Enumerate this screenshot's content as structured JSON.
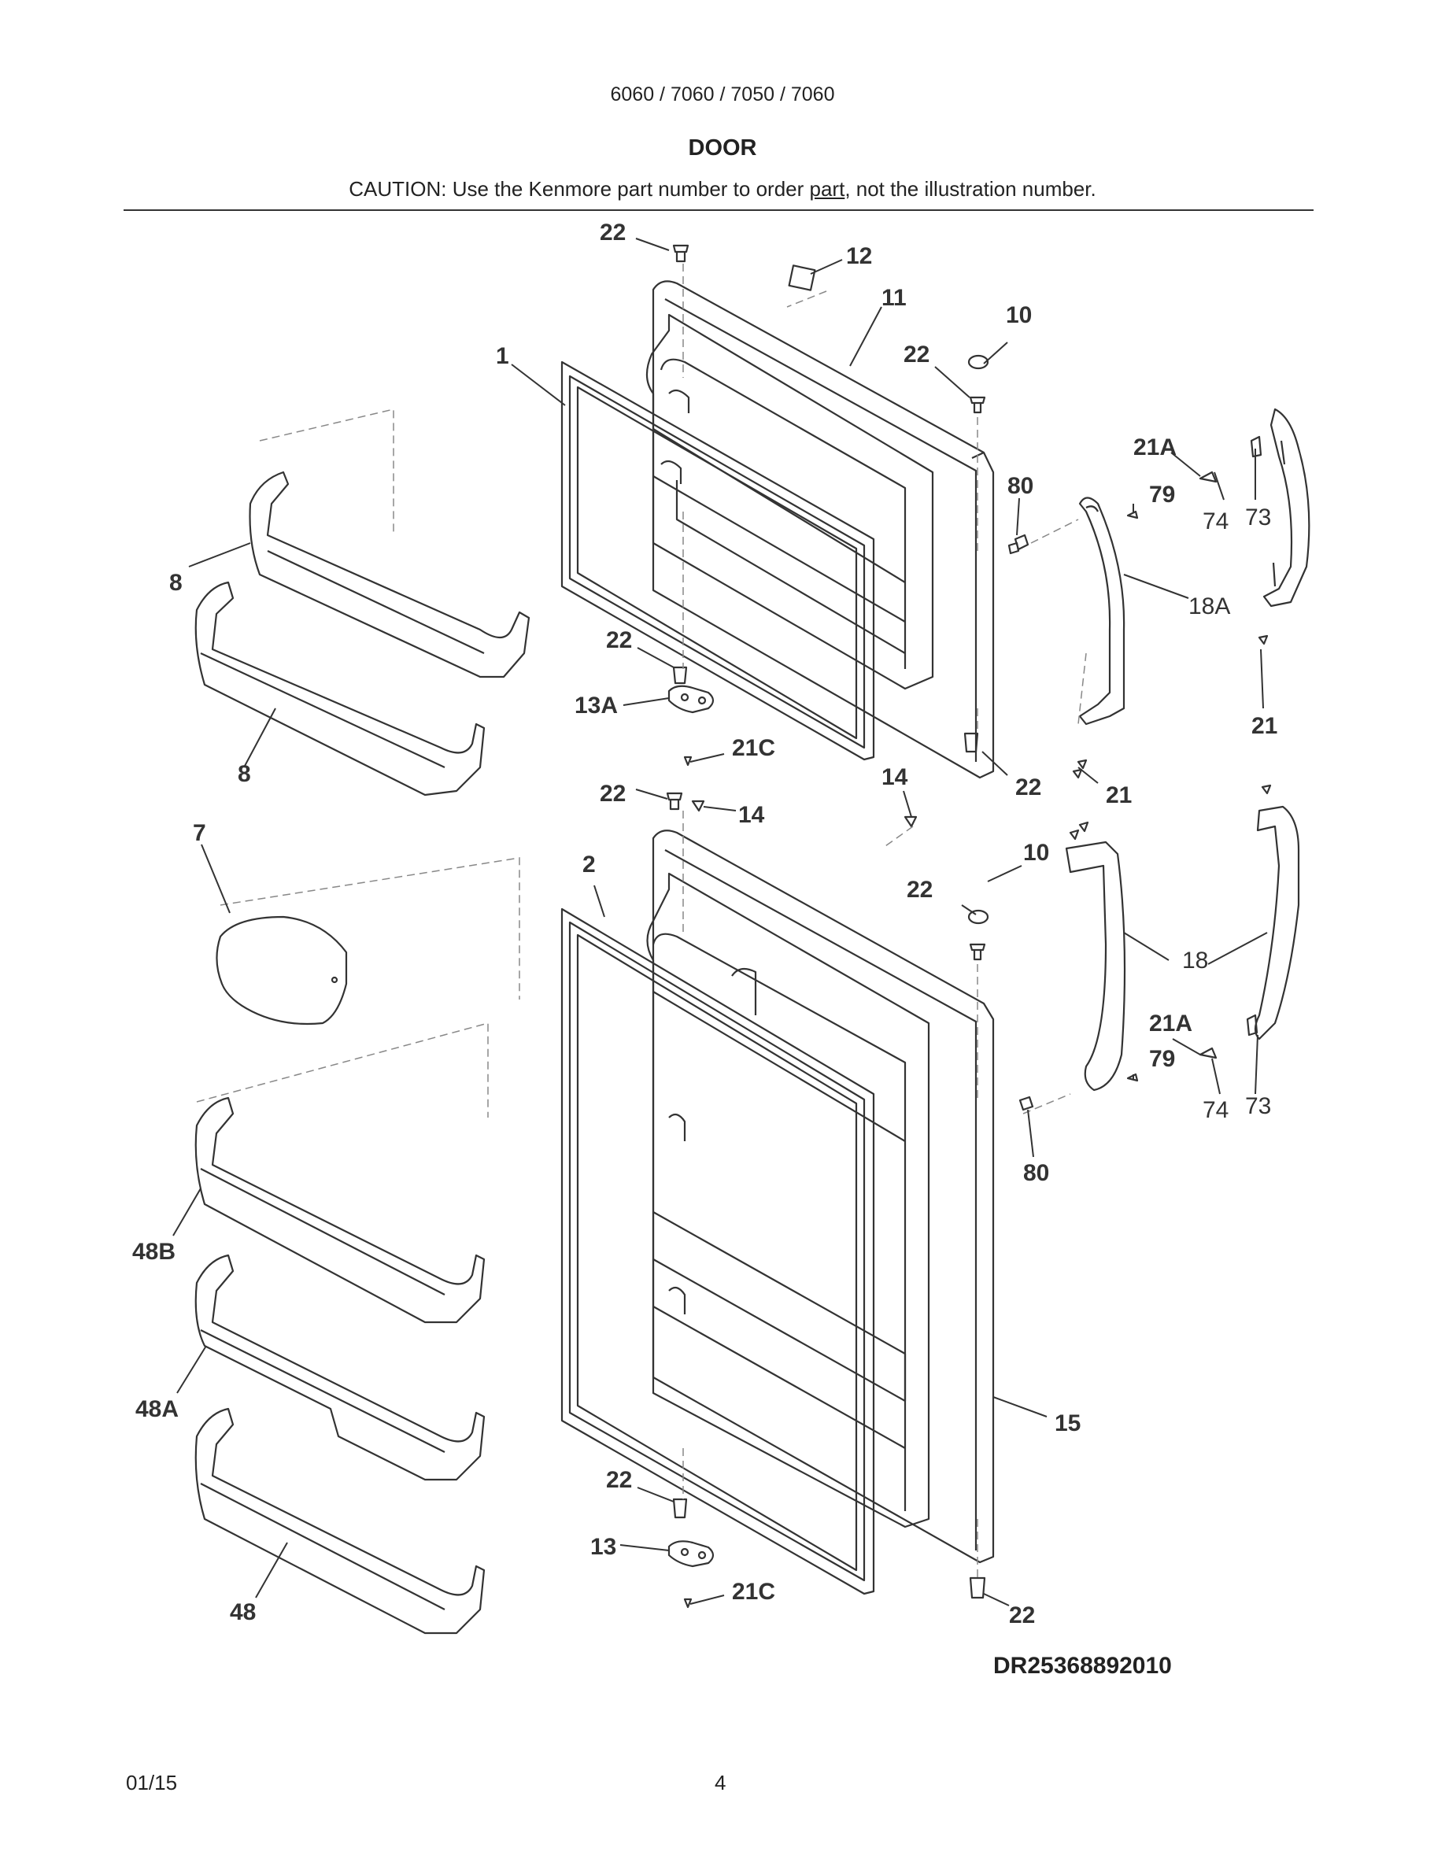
{
  "header": {
    "models": "6060 / 7060 / 7050 / 7060",
    "section": "DOOR",
    "caution_pre": "CAUTION: Use the Kenmore part number to order ",
    "caution_link": "part",
    "caution_post": ", not the illustration number."
  },
  "callouts": {
    "c22a": "22",
    "c12": "12",
    "c11": "11",
    "c10a": "10",
    "c22b": "22",
    "c1": "1",
    "c21Aa": "21A",
    "c80a": "80",
    "c79a": "79",
    "c74a": "74",
    "c73a": "73",
    "c8a": "8",
    "c18A": "18A",
    "c22c": "22",
    "c13A": "13A",
    "c21a": "21",
    "c21Ca": "21C",
    "c8b": "8",
    "c14a": "14",
    "c22d": "22",
    "c21b": "21",
    "c22e": "22",
    "c14b": "14",
    "c7": "7",
    "c2": "2",
    "c10b": "10",
    "c22f": "22",
    "c18": "18",
    "c21Ab": "21A",
    "c79b": "79",
    "c74b": "74",
    "c73b": "73",
    "c80b": "80",
    "c48B": "48B",
    "c48A": "48A",
    "c15": "15",
    "c22g": "22",
    "c13": "13",
    "c21Cb": "21C",
    "c48": "48",
    "c22h": "22"
  },
  "footer": {
    "drawing_code": "DR25368892010",
    "date": "01/15",
    "page": "4"
  }
}
